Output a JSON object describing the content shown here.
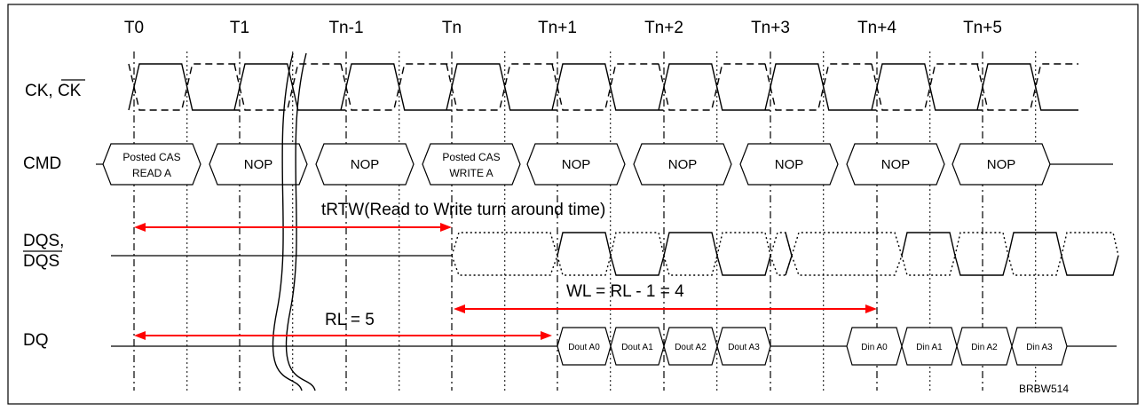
{
  "clock_labels": [
    "T0",
    "T1",
    "Tn-1",
    "Tn",
    "Tn+1",
    "Tn+2",
    "Tn+3",
    "Tn+4",
    "Tn+5"
  ],
  "signals": {
    "ck": {
      "text": "CK, ",
      "bar": "CK"
    },
    "cmd": "CMD",
    "dqs_line1": "DQS,",
    "dqs_line2": "DQS",
    "dq": "DQ"
  },
  "cmd": [
    {
      "line1": "Posted CAS",
      "line2": "READ A"
    },
    {
      "line1": "NOP"
    },
    {
      "line1": "NOP"
    },
    {
      "line1": "Posted CAS",
      "line2": "WRITE A"
    },
    {
      "line1": "NOP"
    },
    {
      "line1": "NOP"
    },
    {
      "line1": "NOP"
    },
    {
      "line1": "NOP"
    },
    {
      "line1": "NOP"
    }
  ],
  "dq_read": [
    "Dout A0",
    "Dout A1",
    "Dout A2",
    "Dout A3"
  ],
  "dq_write": [
    "Din A0",
    "Din A1",
    "Din A2",
    "Din A3"
  ],
  "annotations": {
    "trtw": "tRTW(Read to Write turn around time)",
    "wl": "WL = RL - 1 = 4",
    "rl": "RL =  5"
  },
  "figure_id": "BRBW514"
}
